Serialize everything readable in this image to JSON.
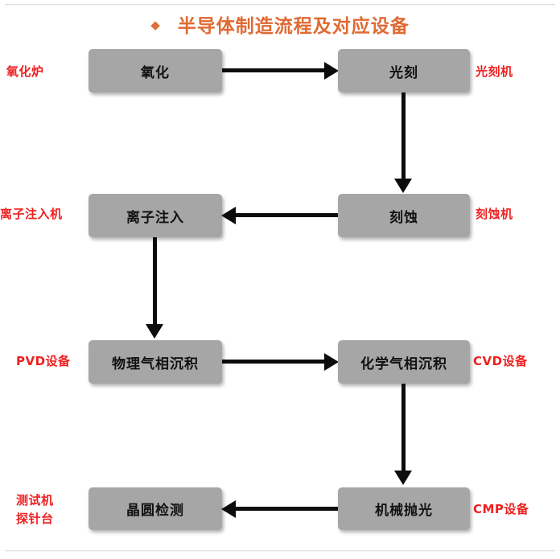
{
  "slide": {
    "title": "半导体制造流程及对应设备",
    "title_bullet": "◆",
    "accent_title_color": "#e06a33",
    "label_color": "#ef2020",
    "box_fill_color": "#a6a6a6",
    "connector_color": "#0c0c0c"
  },
  "nodes": [
    {
      "id": "oxidation",
      "label": "氧化",
      "equipment": "氧化炉",
      "equipment_side": "left"
    },
    {
      "id": "photolithography",
      "label": "光刻",
      "equipment": "光刻机",
      "equipment_side": "right"
    },
    {
      "id": "ion-implant",
      "label": "离子注入",
      "equipment": "离子注入机",
      "equipment_side": "left"
    },
    {
      "id": "etching",
      "label": "刻蚀",
      "equipment": "刻蚀机",
      "equipment_side": "right"
    },
    {
      "id": "pvd",
      "label": "物理气相沉积",
      "equipment": "PVD设备",
      "equipment_side": "left"
    },
    {
      "id": "cvd",
      "label": "化学气相沉积",
      "equipment": "CVD设备",
      "equipment_side": "right"
    },
    {
      "id": "wafer-test",
      "label": "晶圆检测",
      "equipment_line1": "测试机",
      "equipment_line2": "探针台",
      "equipment_side": "left"
    },
    {
      "id": "cmp",
      "label": "机械抛光",
      "equipment": "CMP设备",
      "equipment_side": "right"
    }
  ],
  "flow": [
    {
      "from": "oxidation",
      "to": "photolithography",
      "direction": "right"
    },
    {
      "from": "photolithography",
      "to": "etching",
      "direction": "down"
    },
    {
      "from": "etching",
      "to": "ion-implant",
      "direction": "left"
    },
    {
      "from": "ion-implant",
      "to": "pvd",
      "direction": "down"
    },
    {
      "from": "pvd",
      "to": "cvd",
      "direction": "right"
    },
    {
      "from": "cvd",
      "to": "cmp",
      "direction": "down"
    },
    {
      "from": "cmp",
      "to": "wafer-test",
      "direction": "left"
    }
  ]
}
